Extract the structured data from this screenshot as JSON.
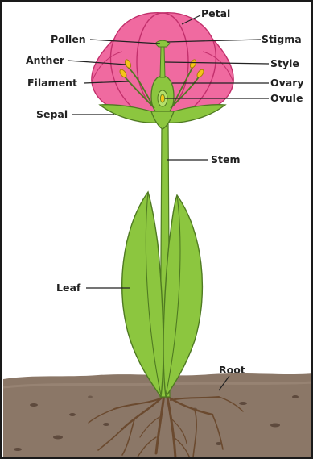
{
  "labels": {
    "petal": "Petal",
    "pollen": "Pollen",
    "stigma": "Stigma",
    "anther": "Anther",
    "style": "Style",
    "filament": "Filament",
    "ovary": "Ovary",
    "ovule": "Ovule",
    "sepal": "Sepal",
    "stem": "Stem",
    "leaf": "Leaf",
    "root": "Root"
  },
  "colors": {
    "petal": "#f06aa0",
    "petal_edge": "#c2306c",
    "green": "#8cc63f",
    "green_dark": "#4f7a22",
    "anther": "#f5c518",
    "soil": "#8a7565",
    "root": "#6b4a2f",
    "leader": "#222222"
  }
}
